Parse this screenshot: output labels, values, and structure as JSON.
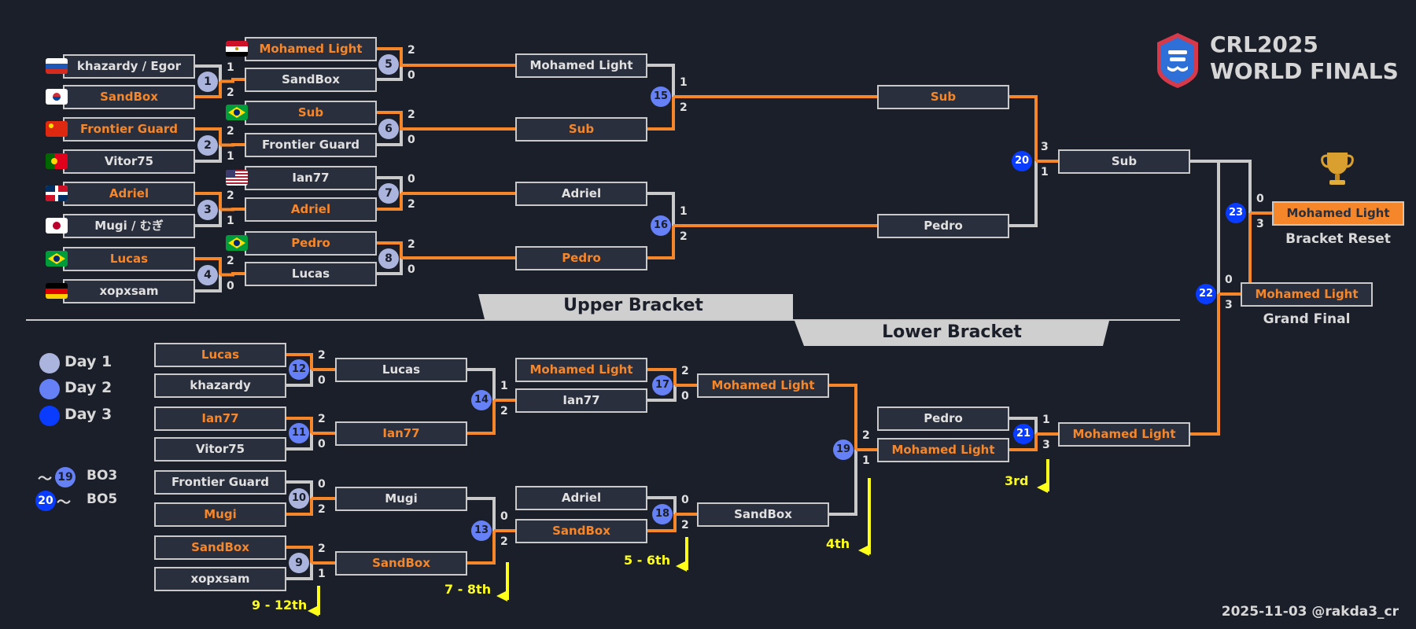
{
  "title": {
    "line1": "CRL2025",
    "line2": "WORLD FINALS"
  },
  "footer": "2025-11-03 @rakda3_cr",
  "sections": {
    "upper": "Upper Bracket",
    "lower": "Lower Bracket"
  },
  "legend": {
    "days": [
      {
        "label": "Day 1",
        "color": "#aab4dc"
      },
      {
        "label": "Day 2",
        "color": "#6680f5"
      },
      {
        "label": "Day 3",
        "color": "#0a3cff"
      }
    ],
    "formats": [
      {
        "prefix": "〜",
        "match": "19",
        "label": "BO3"
      },
      {
        "match": "20",
        "suffix": "〜",
        "label": "BO5"
      }
    ]
  },
  "colors": {
    "winner": "#f5862a",
    "line": "#c9c9c9",
    "placement": "#ffff1a",
    "background": "#1b1f2a"
  },
  "players_r1": [
    {
      "name": "khazardy / Egor",
      "flag": "russia",
      "win": false
    },
    {
      "name": "SandBox",
      "flag": "south-korea",
      "win": true
    },
    {
      "name": "Frontier Guard",
      "flag": "china",
      "win": true
    },
    {
      "name": "Vitor75",
      "flag": "portugal",
      "win": false
    },
    {
      "name": "Adriel",
      "flag": "dominican-republic",
      "win": true
    },
    {
      "name": "Mugi / むぎ",
      "flag": "japan",
      "win": false
    },
    {
      "name": "Lucas",
      "flag": "brazil",
      "win": true
    },
    {
      "name": "xopxsam",
      "flag": "germany",
      "win": false
    }
  ],
  "players_r2": [
    {
      "name": "Mohamed Light",
      "flag": "egypt",
      "win": true
    },
    {
      "name": "SandBox",
      "win": false
    },
    {
      "name": "Sub",
      "flag": "brazil",
      "win": true
    },
    {
      "name": "Frontier Guard",
      "win": false
    },
    {
      "name": "Ian77",
      "flag": "usa",
      "win": false
    },
    {
      "name": "Adriel",
      "win": true
    },
    {
      "name": "Pedro",
      "flag": "brazil",
      "win": true
    },
    {
      "name": "Lucas",
      "win": false
    }
  ],
  "upper_qf": [
    {
      "name": "Mohamed Light",
      "win": false
    },
    {
      "name": "Sub",
      "win": true
    },
    {
      "name": "Adriel",
      "win": false
    },
    {
      "name": "Pedro",
      "win": true
    }
  ],
  "upper_sf": [
    {
      "name": "Sub",
      "win": true
    },
    {
      "name": "Pedro",
      "win": false
    }
  ],
  "upper_final": {
    "name": "Sub",
    "win": false
  },
  "lower_r1": [
    {
      "name": "Lucas",
      "win": true
    },
    {
      "name": "khazardy",
      "win": false
    },
    {
      "name": "Ian77",
      "win": true
    },
    {
      "name": "Vitor75",
      "win": false
    },
    {
      "name": "Frontier Guard",
      "win": false
    },
    {
      "name": "Mugi",
      "win": true
    },
    {
      "name": "SandBox",
      "win": true
    },
    {
      "name": "xopxsam",
      "win": false
    }
  ],
  "lower_r2": [
    {
      "name": "Lucas",
      "win": false
    },
    {
      "name": "Ian77",
      "win": true
    },
    {
      "name": "Mugi",
      "win": false
    },
    {
      "name": "SandBox",
      "win": true
    }
  ],
  "lower_r3": [
    {
      "name": "Mohamed Light",
      "win": true
    },
    {
      "name": "Ian77",
      "win": false
    },
    {
      "name": "Adriel",
      "win": false
    },
    {
      "name": "SandBox",
      "win": true
    }
  ],
  "lower_r4": [
    {
      "name": "Mohamed Light",
      "win": true
    },
    {
      "name": "SandBox",
      "win": false
    }
  ],
  "lower_r5": [
    {
      "name": "Pedro",
      "win": false
    },
    {
      "name": "Mohamed Light",
      "win": true
    }
  ],
  "lower_final": {
    "name": "Mohamed Light",
    "win": true
  },
  "grand_final": {
    "name": "Mohamed Light",
    "win": true,
    "caption": "Grand Final"
  },
  "bracket_reset": {
    "name": "Mohamed Light",
    "champion": true,
    "caption": "Bracket Reset"
  },
  "matches": [
    {
      "id": "1",
      "day": 1,
      "scores": [
        "1",
        "2"
      ]
    },
    {
      "id": "2",
      "day": 1,
      "scores": [
        "2",
        "1"
      ]
    },
    {
      "id": "3",
      "day": 1,
      "scores": [
        "2",
        "1"
      ]
    },
    {
      "id": "4",
      "day": 1,
      "scores": [
        "2",
        "0"
      ]
    },
    {
      "id": "5",
      "day": 1,
      "scores": [
        "2",
        "0"
      ]
    },
    {
      "id": "6",
      "day": 1,
      "scores": [
        "2",
        "0"
      ]
    },
    {
      "id": "7",
      "day": 1,
      "scores": [
        "0",
        "2"
      ]
    },
    {
      "id": "8",
      "day": 1,
      "scores": [
        "2",
        "0"
      ]
    },
    {
      "id": "9",
      "day": 1,
      "scores": [
        "2",
        "1"
      ]
    },
    {
      "id": "10",
      "day": 1,
      "scores": [
        "0",
        "2"
      ]
    },
    {
      "id": "11",
      "day": 2,
      "scores": [
        "2",
        "0"
      ]
    },
    {
      "id": "12",
      "day": 2,
      "scores": [
        "2",
        "0"
      ]
    },
    {
      "id": "13",
      "day": 2,
      "scores": [
        "0",
        "2"
      ]
    },
    {
      "id": "14",
      "day": 2,
      "scores": [
        "1",
        "2"
      ]
    },
    {
      "id": "15",
      "day": 2,
      "scores": [
        "1",
        "2"
      ]
    },
    {
      "id": "16",
      "day": 2,
      "scores": [
        "1",
        "2"
      ]
    },
    {
      "id": "17",
      "day": 2,
      "scores": [
        "2",
        "0"
      ]
    },
    {
      "id": "18",
      "day": 2,
      "scores": [
        "0",
        "2"
      ]
    },
    {
      "id": "19",
      "day": 2,
      "scores": [
        "2",
        "1"
      ]
    },
    {
      "id": "20",
      "day": 3,
      "scores": [
        "3",
        "1"
      ]
    },
    {
      "id": "21",
      "day": 3,
      "scores": [
        "1",
        "3"
      ]
    },
    {
      "id": "22",
      "day": 3,
      "scores": [
        "0",
        "3"
      ]
    },
    {
      "id": "23",
      "day": 3,
      "scores": [
        "0",
        "3"
      ]
    }
  ],
  "placements": [
    "9 - 12th",
    "7 - 8th",
    "5 - 6th",
    "4th",
    "3rd"
  ]
}
